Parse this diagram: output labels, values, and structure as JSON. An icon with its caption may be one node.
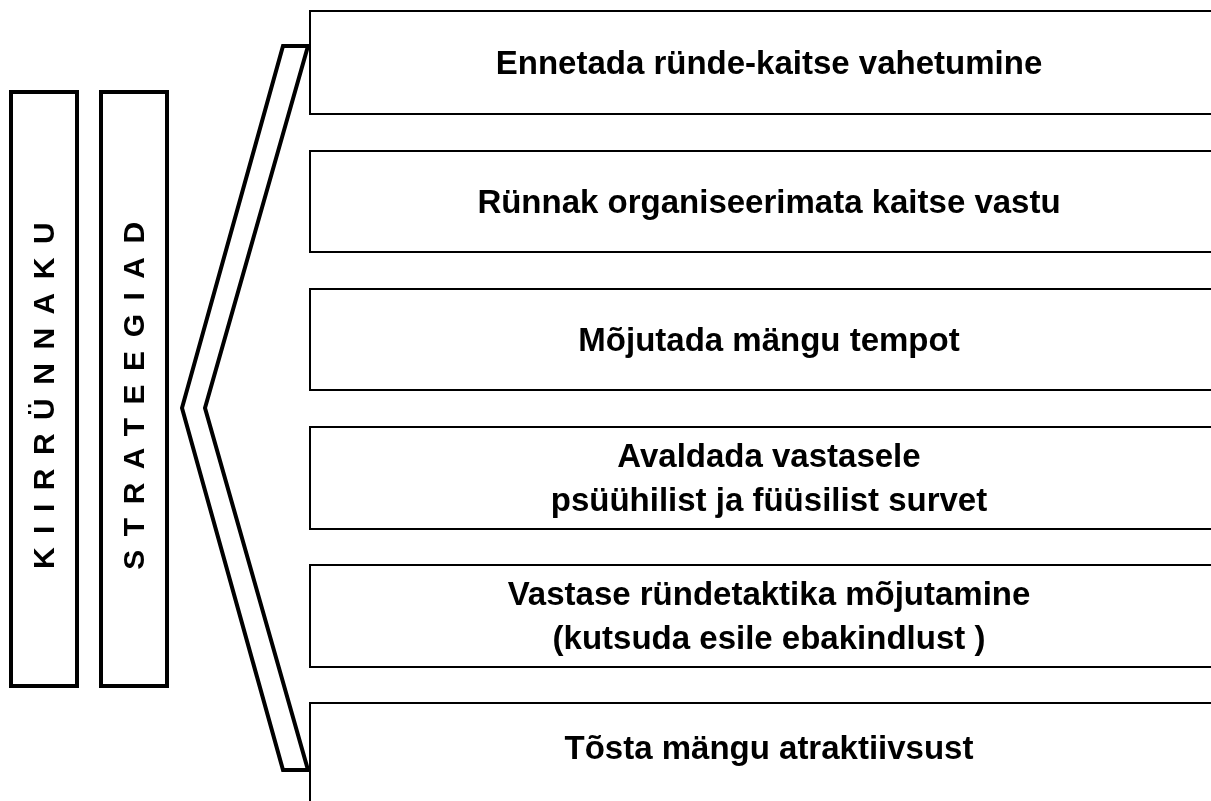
{
  "diagram": {
    "nodes": [
      {
        "text": [
          "KIIRRÜNNAKU"
        ]
      },
      {
        "text": [
          "STRATEEGIAD"
        ]
      },
      {
        "text": [
          "Ennetada ründe-kaitse vahetumine"
        ]
      },
      {
        "text": [
          "Rünnak organiseerimata kaitse vastu"
        ]
      },
      {
        "text": [
          "Mõjutada mängu tempot"
        ]
      },
      {
        "text": [
          "Avaldada vastasele psüühilist ja füüsilist survet"
        ]
      },
      {
        "text": [
          "Vastase ründetaktika mõjutamine (kutsuda esile ebakindlust )"
        ]
      },
      {
        "text": [
          "Tõsta mängu atraktiivsust"
        ]
      },
      {
        "text": [],
        "shape": "chevron"
      }
    ]
  }
}
